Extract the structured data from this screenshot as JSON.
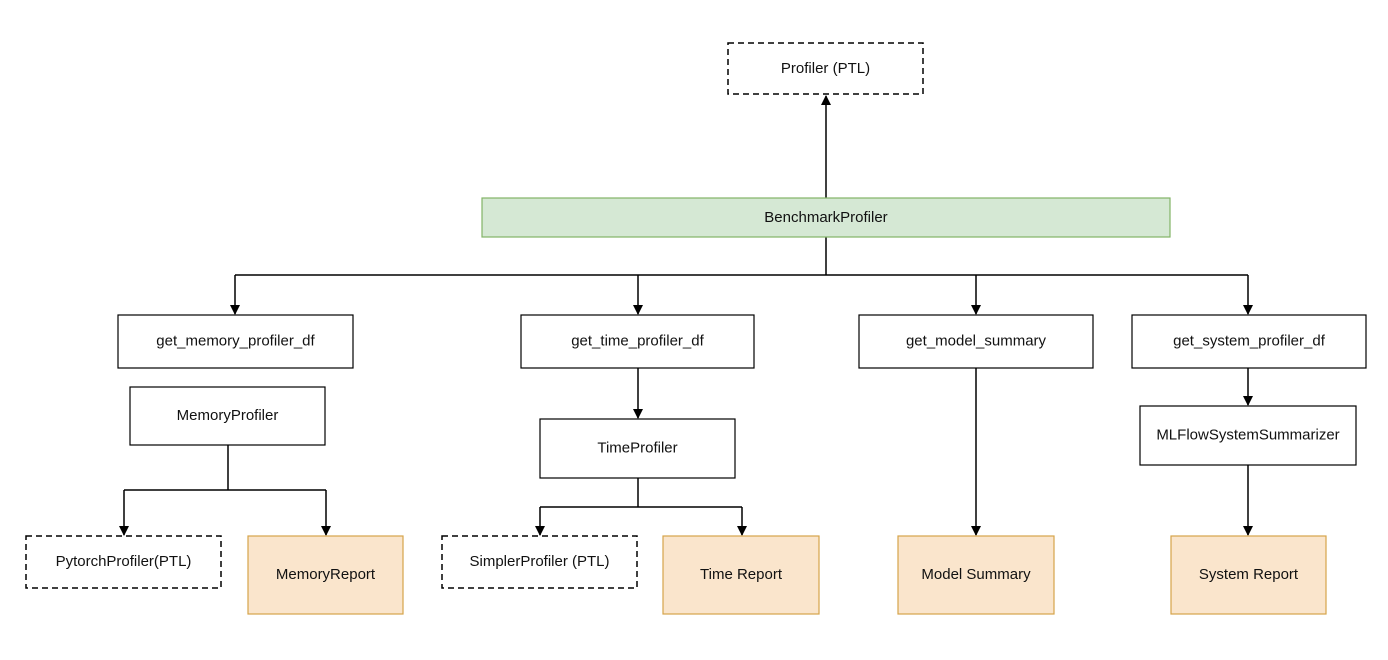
{
  "colors": {
    "stroke": "#000000",
    "core_fill": "#d5e8d4",
    "core_stroke": "#82b366",
    "report_fill": "#fae5cc",
    "report_stroke": "#d6a34a"
  },
  "nodes": {
    "profiler_ptl": "Profiler (PTL)",
    "benchmark_profiler": "BenchmarkProfiler",
    "get_memory_profiler_df": "get_memory_profiler_df",
    "get_time_profiler_df": "get_time_profiler_df",
    "get_model_summary": "get_model_summary",
    "get_system_profiler_df": "get_system_profiler_df",
    "memory_profiler": "MemoryProfiler",
    "time_profiler": "TimeProfiler",
    "mlflow_system_summarizer": "MLFlowSystemSummarizer",
    "pytorch_profiler_ptl": "PytorchProfiler(PTL)",
    "memory_report": "MemoryReport",
    "simpler_profiler_ptl": "SimplerProfiler (PTL)",
    "time_report": "Time Report",
    "model_summary": "Model Summary",
    "system_report": "System Report"
  }
}
